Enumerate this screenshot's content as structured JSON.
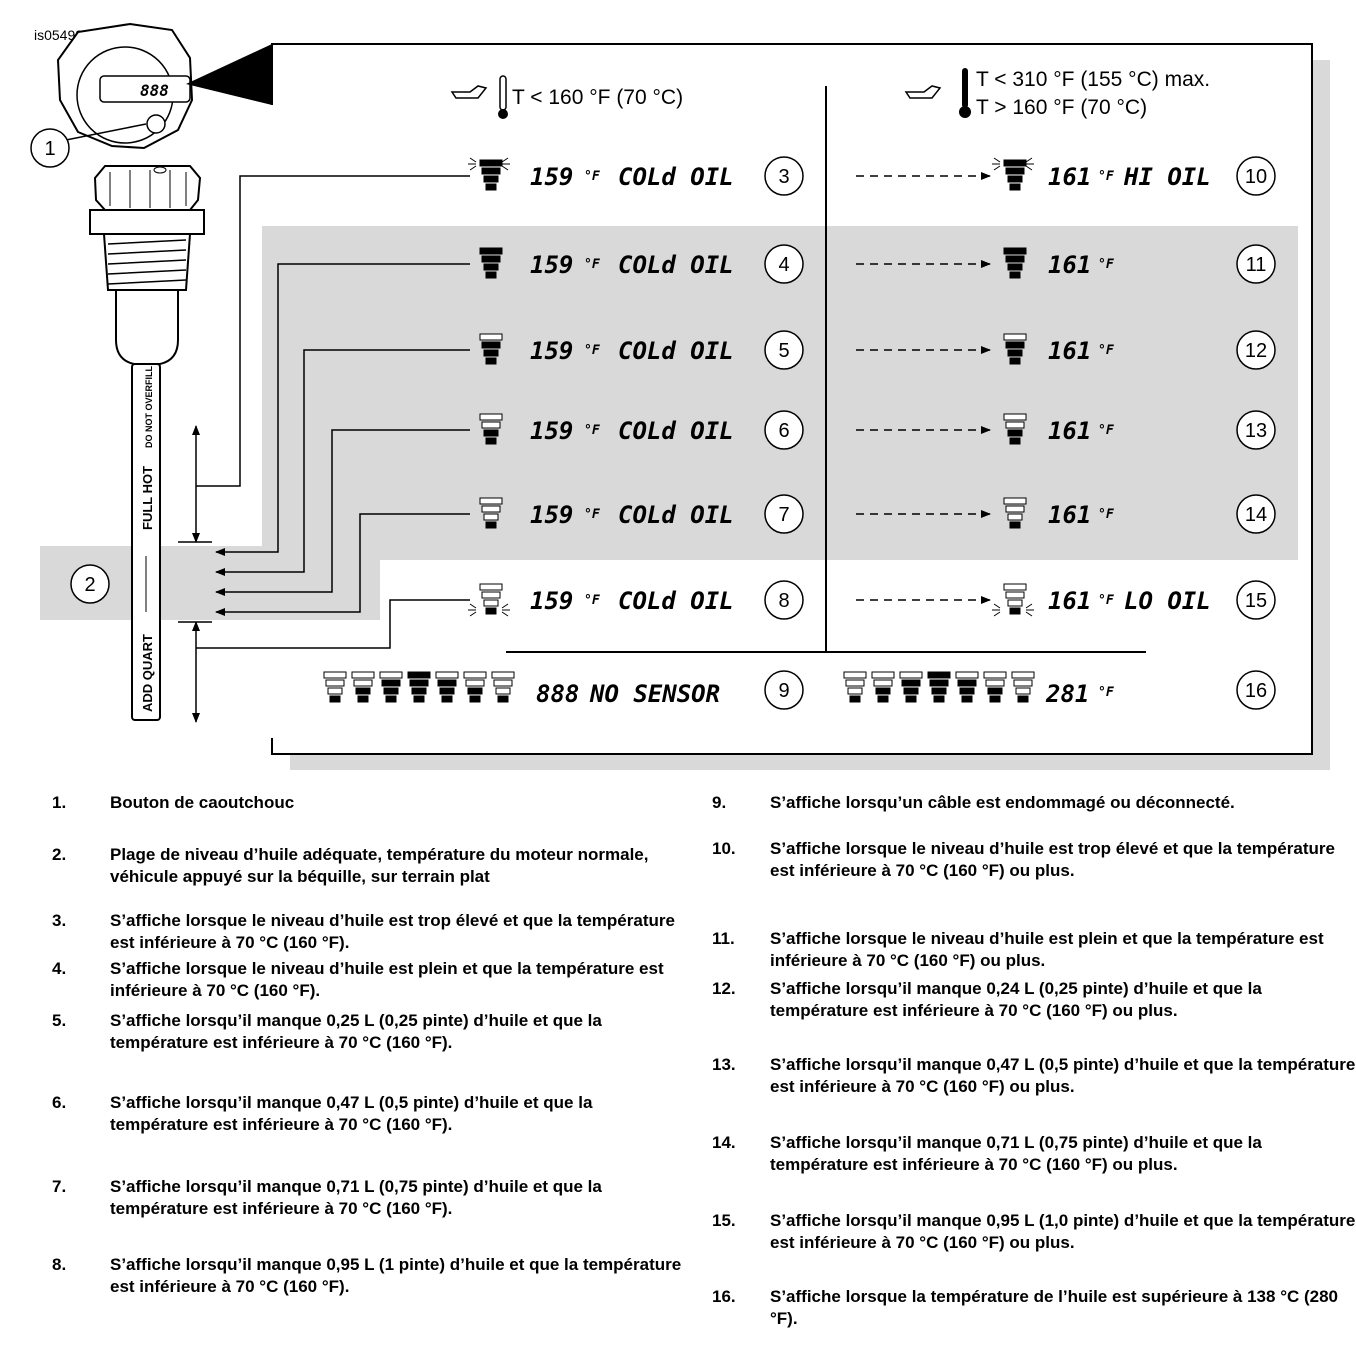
{
  "figure_id": "is05498b",
  "header_left": "T < 160 °F (70 °C)",
  "header_right_line1": "T < 310 °F (155 °C) max.",
  "header_right_line2": "T > 160 °F (70 °C)",
  "dipstick_labels": {
    "do_not_overfill": "DO NOT OVERFILL",
    "full_hot": "FULL HOT",
    "add_quart": "ADD QUART"
  },
  "lcd": {
    "temp_cold": "159",
    "temp_hot": "161",
    "temp_high": "281",
    "unit": "°F",
    "cold_oil": "COLd OIL",
    "hi_oil": "HI OIL",
    "lo_oil": "LO OIL",
    "no_sensor_digits": "888",
    "no_sensor_text": "NO SENSOR"
  },
  "callouts": [
    "1",
    "2",
    "3",
    "4",
    "5",
    "6",
    "7",
    "8",
    "9",
    "10",
    "11",
    "12",
    "13",
    "14",
    "15",
    "16"
  ],
  "legend_left": [
    {
      "num": "1.",
      "text": "Bouton de caoutchouc"
    },
    {
      "num": "2.",
      "text": "Plage de niveau d’huile adéquate, température du moteur normale, véhicule appuyé sur la béquille, sur terrain plat"
    },
    {
      "num": "3.",
      "text": "S’affiche lorsque le niveau d’huile est trop élevé et que la température est inférieure à 70 °C (160 °F)."
    },
    {
      "num": "4.",
      "text": "S’affiche lorsque le niveau d’huile est plein et que la température est inférieure à 70 °C (160 °F)."
    },
    {
      "num": "5.",
      "text": "S’affiche lorsqu’il manque 0,25 L (0,25 pinte) d’huile et que la température est inférieure à 70 °C (160 °F)."
    },
    {
      "num": "6.",
      "text": "S’affiche lorsqu’il manque 0,47 L (0,5 pinte) d’huile et que la température est inférieure à 70 °C (160 °F)."
    },
    {
      "num": "7.",
      "text": "S’affiche lorsqu’il manque 0,71 L (0,75 pinte) d’huile et que la température est inférieure à 70 °C (160 °F)."
    },
    {
      "num": "8.",
      "text": "S’affiche lorsqu’il manque 0,95 L (1 pinte) d’huile et que la température est inférieure à 70 °C (160 °F)."
    }
  ],
  "legend_right": [
    {
      "num": "9.",
      "text": "S’affiche lorsqu’un câble est endommagé ou déconnecté."
    },
    {
      "num": "10.",
      "text": "S’affiche lorsque le niveau d’huile est trop élevé et que la température est inférieure à 70 °C (160 °F) ou plus."
    },
    {
      "num": "11.",
      "text": "S’affiche lorsque le niveau d’huile est plein et que la température est inférieure à 70 °C (160 °F) ou plus."
    },
    {
      "num": "12.",
      "text": "S’affiche lorsqu’il manque 0,24 L (0,25 pinte) d’huile et que la température est inférieure à 70 °C (160 °F) ou plus."
    },
    {
      "num": "13.",
      "text": "S’affiche lorsqu’il manque 0,47 L (0,5 pinte) d’huile et que la température est inférieure à 70 °C (160 °F) ou plus."
    },
    {
      "num": "14.",
      "text": "S’affiche lorsqu’il manque 0,71 L (0,75 pinte) d’huile et que la température est inférieure à 70 °C (160 °F) ou plus."
    },
    {
      "num": "15.",
      "text": "S’affiche lorsqu’il manque 0,95 L (1,0 pinte) d’huile et que la température est inférieure à 70 °C (160 °F) ou plus."
    },
    {
      "num": "16.",
      "text": "S’affiche lorsque la température de l’huile est supérieure à 138 °C (280 °F)."
    }
  ]
}
